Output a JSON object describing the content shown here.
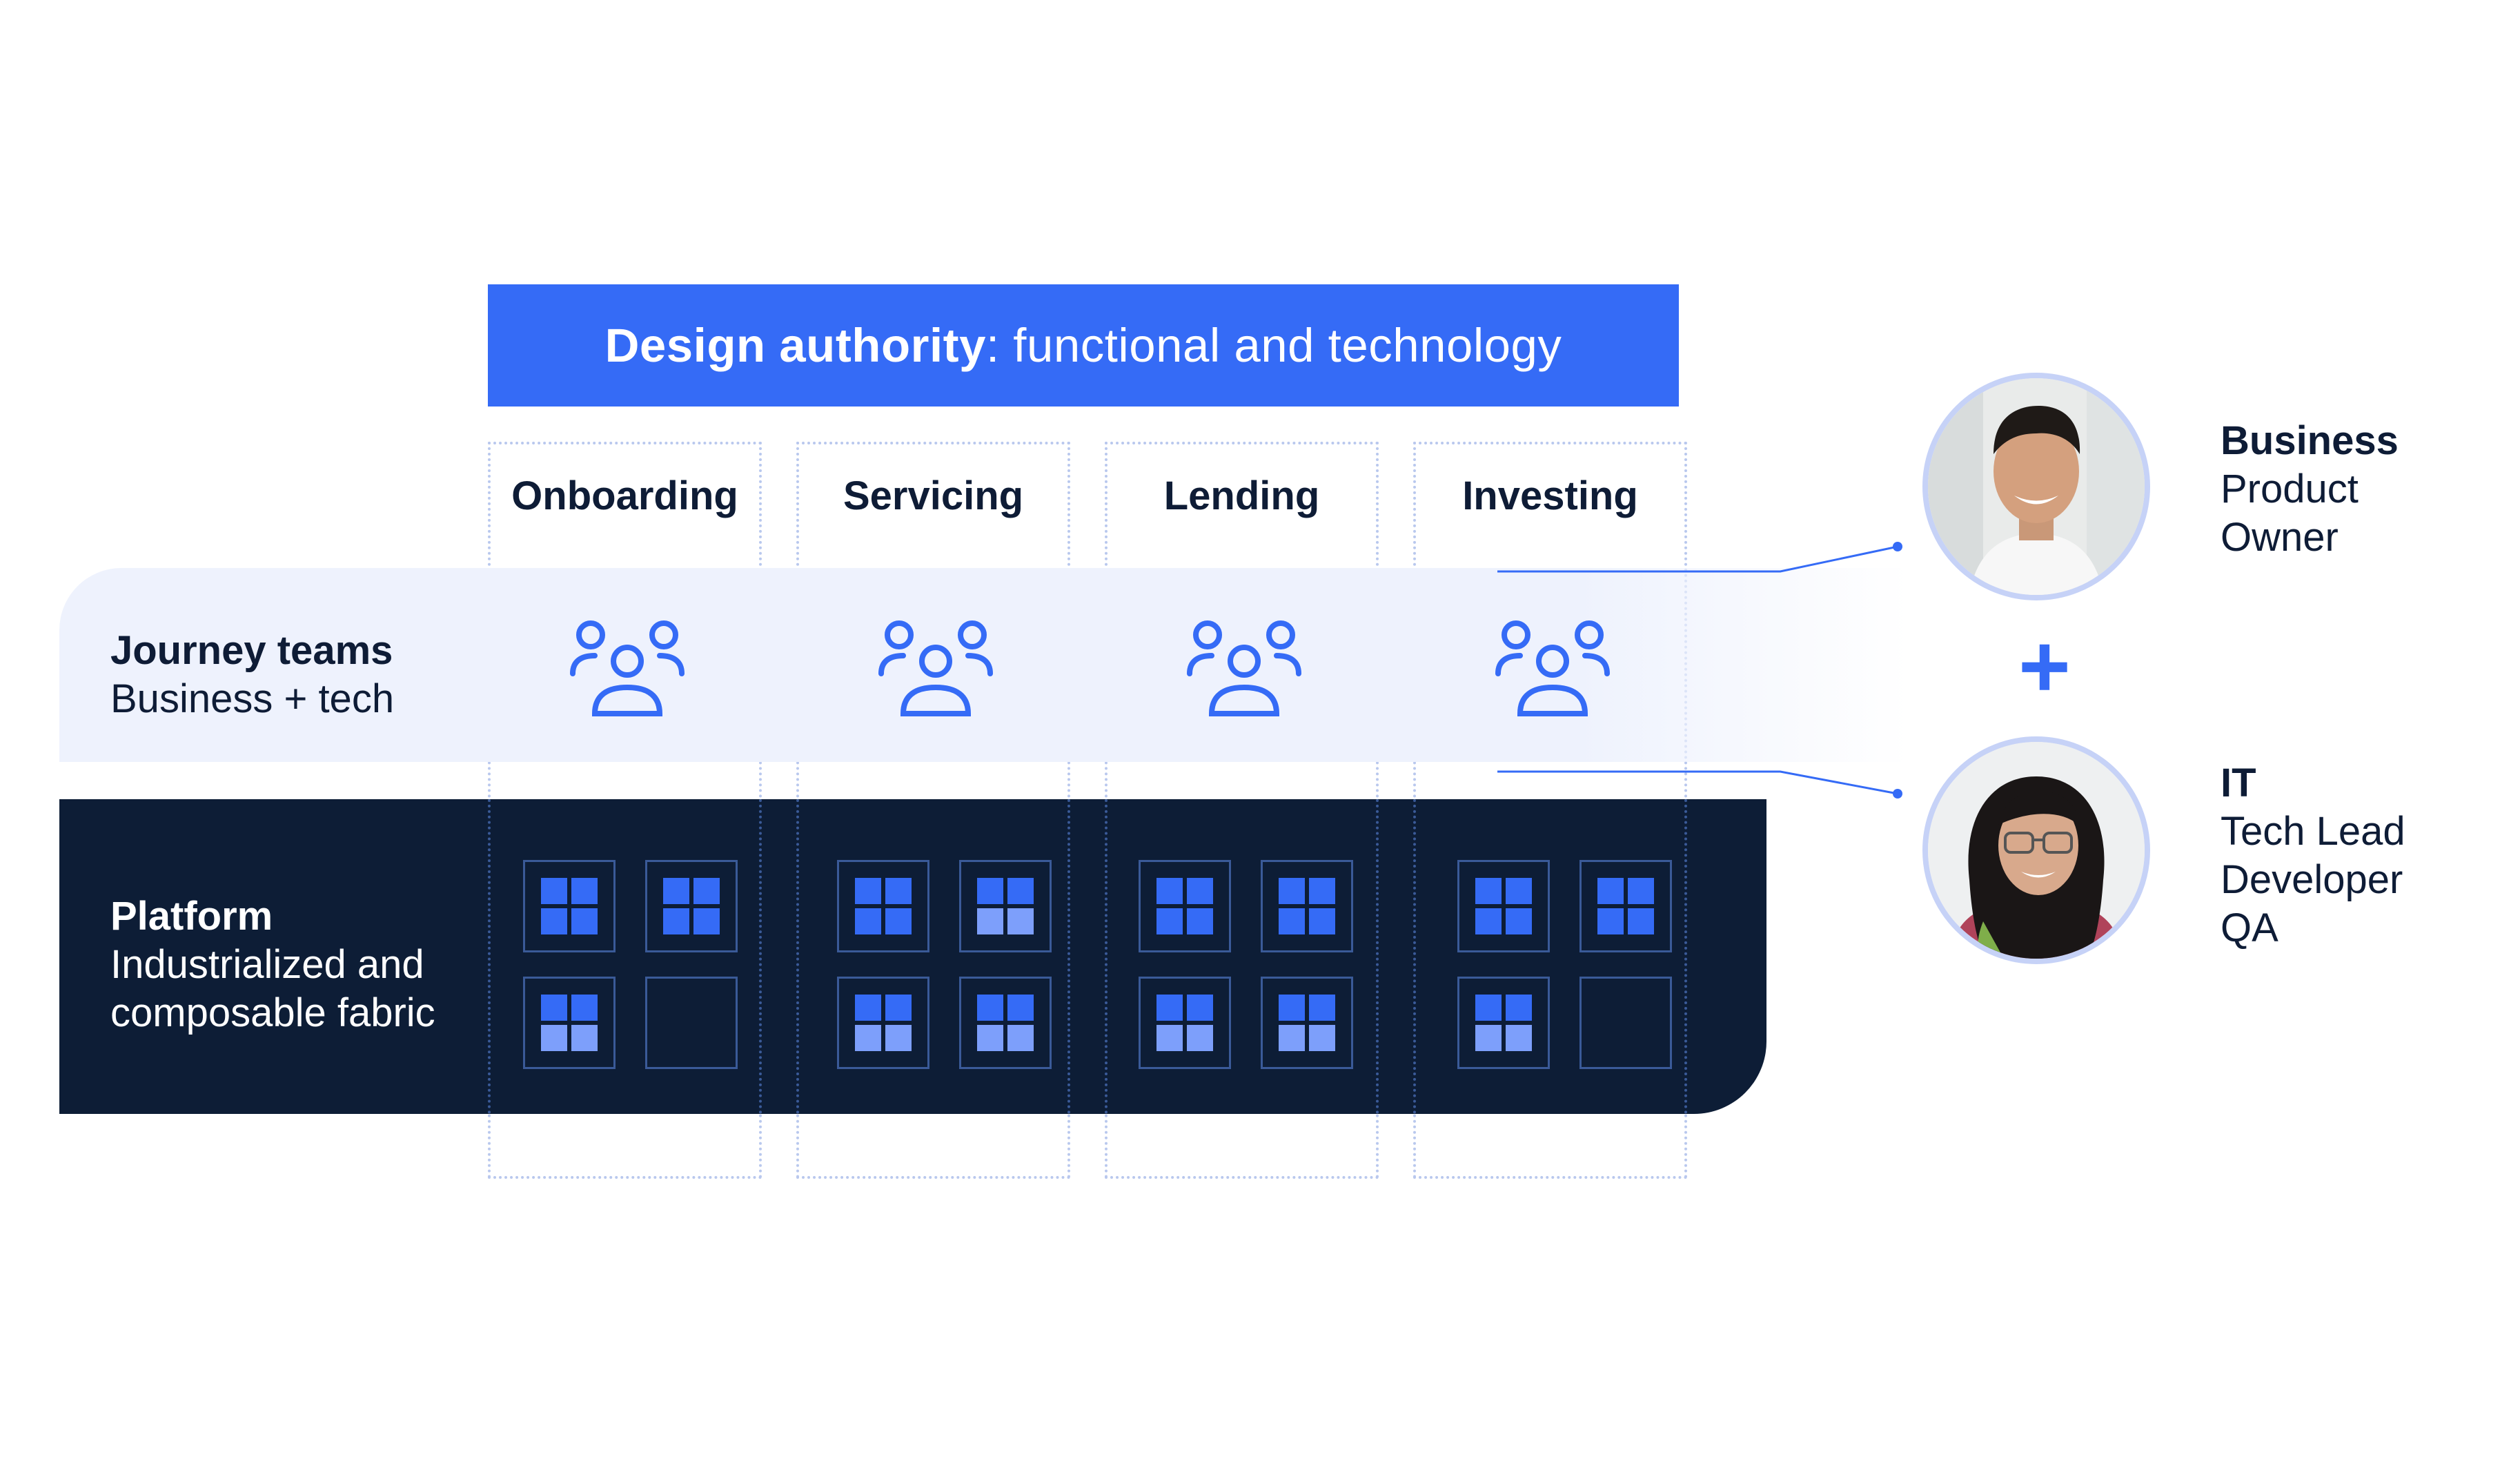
{
  "banner": {
    "title_bold": "Design authority",
    "title_rest": ": functional and technology"
  },
  "columns": [
    {
      "label": "Onboarding"
    },
    {
      "label": "Servicing"
    },
    {
      "label": "Lending"
    },
    {
      "label": "Investing"
    }
  ],
  "journey": {
    "title": "Journey teams",
    "subtitle": "Business + tech"
  },
  "platform": {
    "title": "Platform",
    "subtitle_line1": "Industrialized and",
    "subtitle_line2": "composable fabric"
  },
  "roles": {
    "business": {
      "title": "Business",
      "line1": "Product",
      "line2": "Owner"
    },
    "plus": "+",
    "it": {
      "title": "IT",
      "line1": "Tech Lead",
      "line2": "Developer",
      "line3": "QA"
    }
  },
  "colors": {
    "accent": "#356bf6",
    "navy": "#0d1d36",
    "band": "#eef2fd",
    "tile_dark": "#356bf6",
    "tile_light": "#7d9ffb"
  }
}
